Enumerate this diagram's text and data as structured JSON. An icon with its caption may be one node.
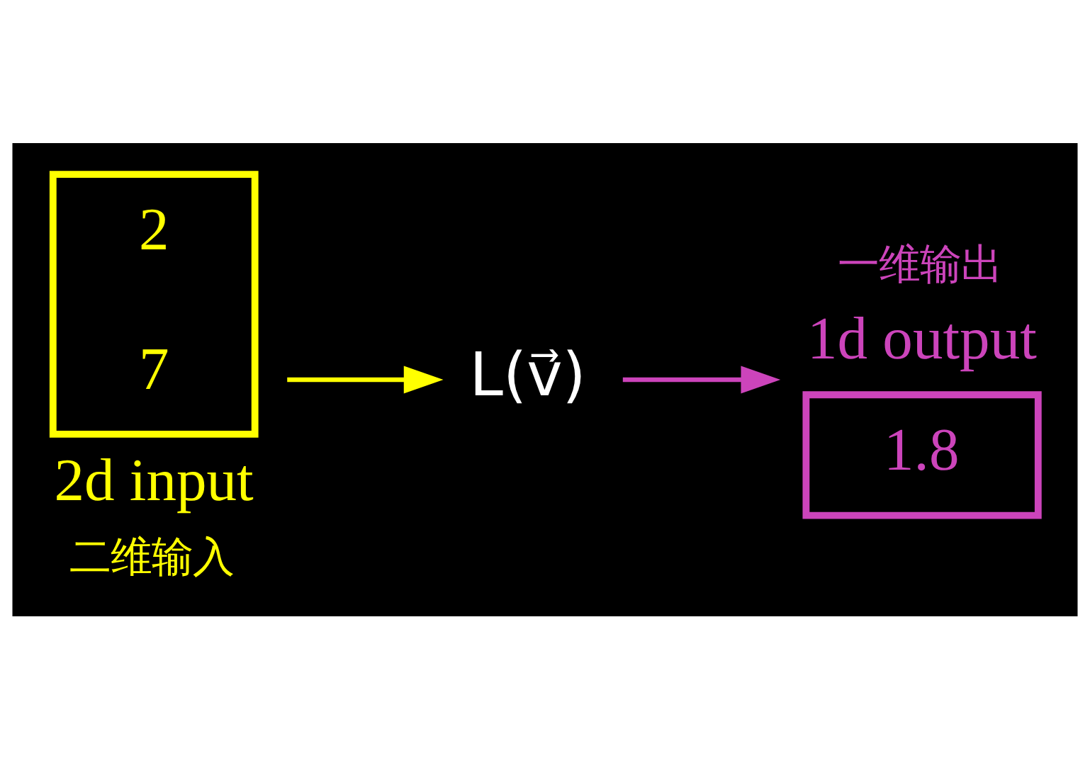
{
  "diagram": {
    "nodes": [
      {
        "text": [
          "2",
          "7"
        ],
        "beside": [
          "2d input",
          "二维输入"
        ]
      },
      {
        "text": [
          "L(v⃗)"
        ]
      },
      {
        "text": [
          "1.8"
        ],
        "beside": [
          "一维输出",
          "1d output"
        ]
      }
    ],
    "edges": [
      {
        "from": 0,
        "to": 1,
        "arrow": "to",
        "color": "#ffff00"
      },
      {
        "from": 1,
        "to": 2,
        "arrow": "to",
        "color": "#cc44bb"
      }
    ]
  }
}
